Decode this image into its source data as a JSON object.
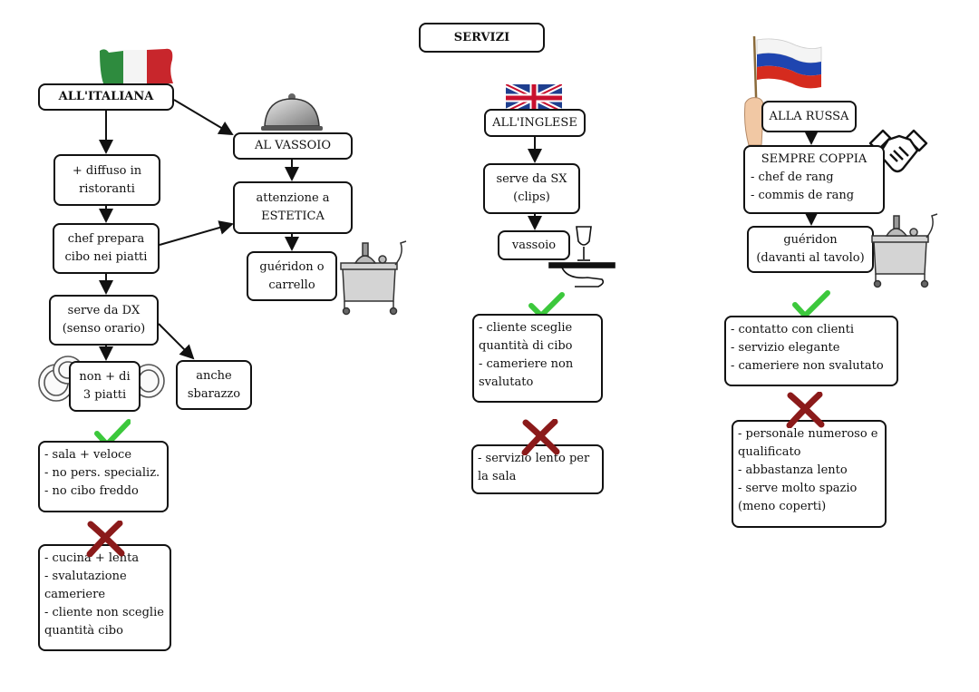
{
  "title": "SERVIZI",
  "italiana": {
    "header": "ALL'ITALIANA",
    "diffuso": [
      "+ diffuso in",
      "ristoranti"
    ],
    "chef": [
      "chef prepara",
      "cibo nei piatti"
    ],
    "serve": [
      "serve da DX",
      "(senso orario)"
    ],
    "piatti": [
      "non + di",
      "3 piatti"
    ],
    "sbarazzo": [
      "anche",
      "sbarazzo"
    ],
    "pro": [
      "- sala + veloce",
      "- no pers. specializ.",
      "- no cibo freddo"
    ],
    "contro": [
      "- cucina + lenta",
      "- svalutazione",
      "cameriere",
      "- cliente non sceglie",
      "quantità cibo"
    ]
  },
  "vassoio_branch": {
    "header": "AL VASSOIO",
    "estetica": [
      "attenzione a",
      "ESTETICA"
    ],
    "gueridon": [
      "guéridon o",
      "carrello"
    ]
  },
  "inglese": {
    "header": "ALL'INGLESE",
    "serve": [
      "serve da SX",
      "(clips)"
    ],
    "vassoio": "vassoio",
    "pro": [
      "- cliente sceglie",
      "quantità di cibo",
      "- cameriere non",
      "svalutato"
    ],
    "contro": [
      "- servizio lento per",
      "la sala"
    ]
  },
  "russa": {
    "header": "ALLA RUSSA",
    "coppia": [
      "SEMPRE COPPIA",
      "- chef de rang",
      "- commis de rang"
    ],
    "gueridon": [
      "guéridon",
      "(davanti al tavolo)"
    ],
    "pro": [
      "- contatto con clienti",
      "- servizio elegante",
      "- cameriere non svalutato"
    ],
    "contro": [
      "- personale numeroso e",
      "qualificato",
      "- abbastanza lento",
      "- serve molto spazio",
      "(meno coperti)"
    ]
  },
  "colors": {
    "check": "#3cc83c",
    "cross": "#8b1a1a",
    "italy_green": "#2e8b3e",
    "italy_red": "#c8262c",
    "uk_blue": "#1f3f8f",
    "uk_red": "#c8102e",
    "ru_blue": "#1f45b0",
    "ru_red": "#d52b1e"
  },
  "icons": [
    "italy-flag-icon",
    "uk-flag-icon",
    "russia-flag-icon",
    "cloche-icon",
    "trolley-icon",
    "plates-icon",
    "wine-glass-tray-icon",
    "handshake-icon",
    "check-icon",
    "cross-icon"
  ]
}
